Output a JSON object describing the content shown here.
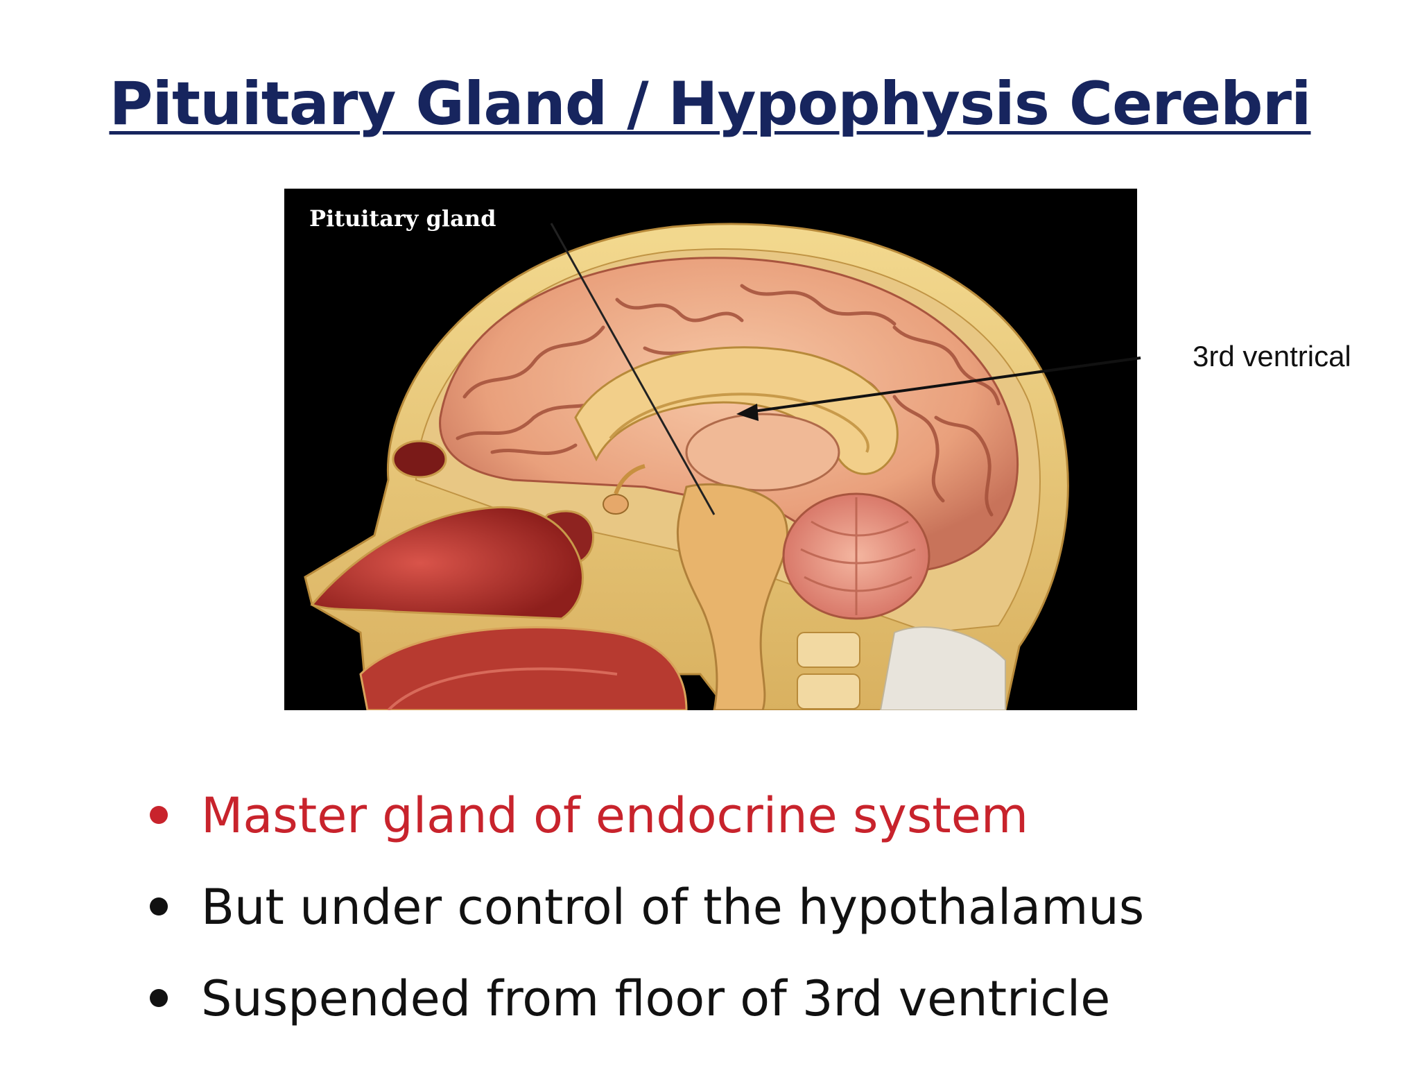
{
  "slide": {
    "title": "Pituitary Gland / Hypophysis Cerebri",
    "figure": {
      "label_pituitary": "Pituitary gland",
      "label_ventricle": "3rd ventrical"
    },
    "bullets": [
      {
        "text": "Master gland of endocrine system",
        "color": "#c8232c"
      },
      {
        "text": "But under control of the hypothalamus",
        "color": "#111111"
      },
      {
        "text": "Suspended from floor of 3rd ventricle",
        "color": "#111111"
      }
    ],
    "colors": {
      "title": "#17255e",
      "highlight": "#c8232c",
      "text": "#111111",
      "figure_background": "#000000"
    }
  }
}
